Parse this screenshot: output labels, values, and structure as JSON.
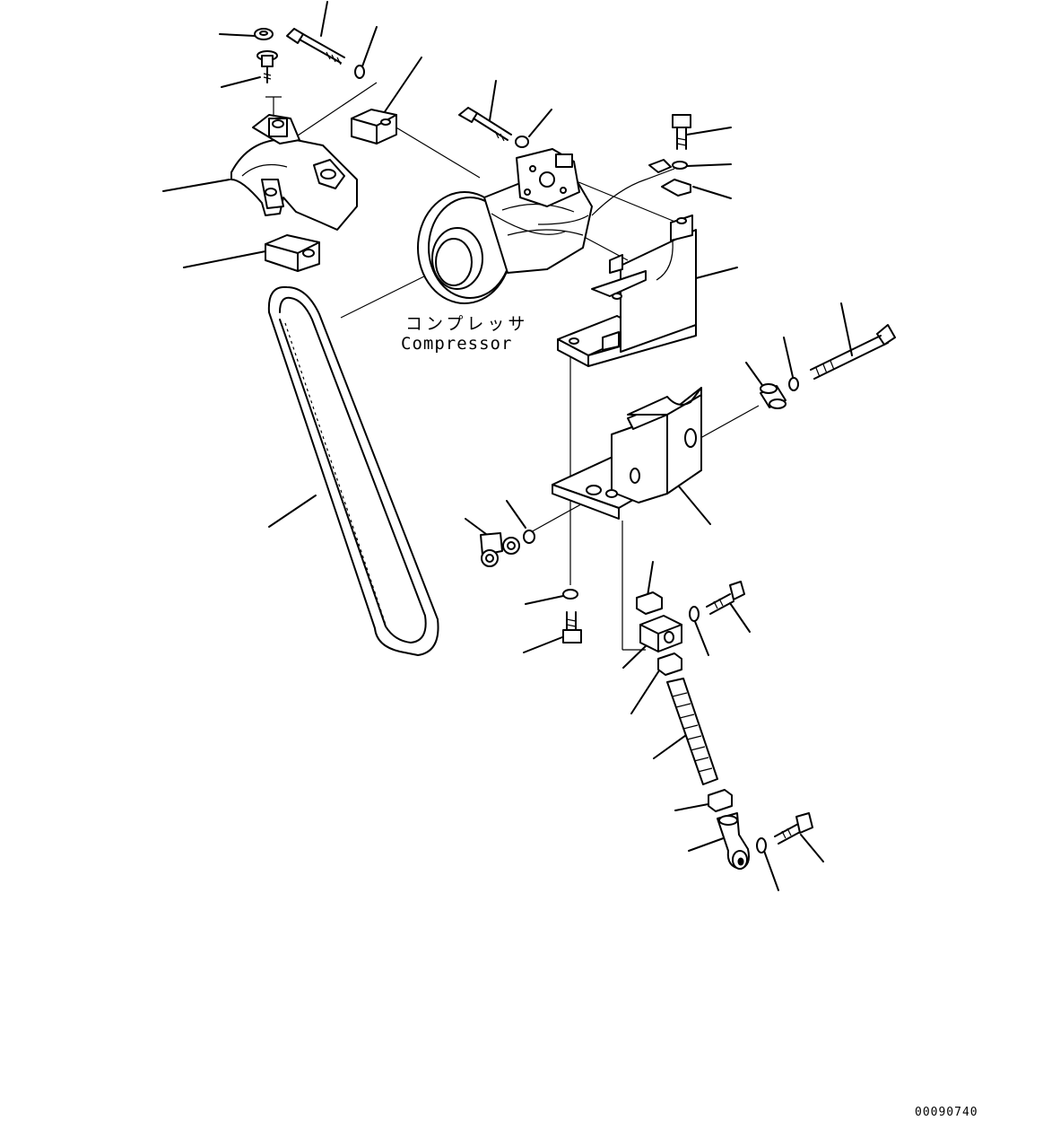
{
  "labels": {
    "compressor_jp": "コンプレッサ",
    "compressor_en": "Compressor"
  },
  "document_number": "00090740"
}
